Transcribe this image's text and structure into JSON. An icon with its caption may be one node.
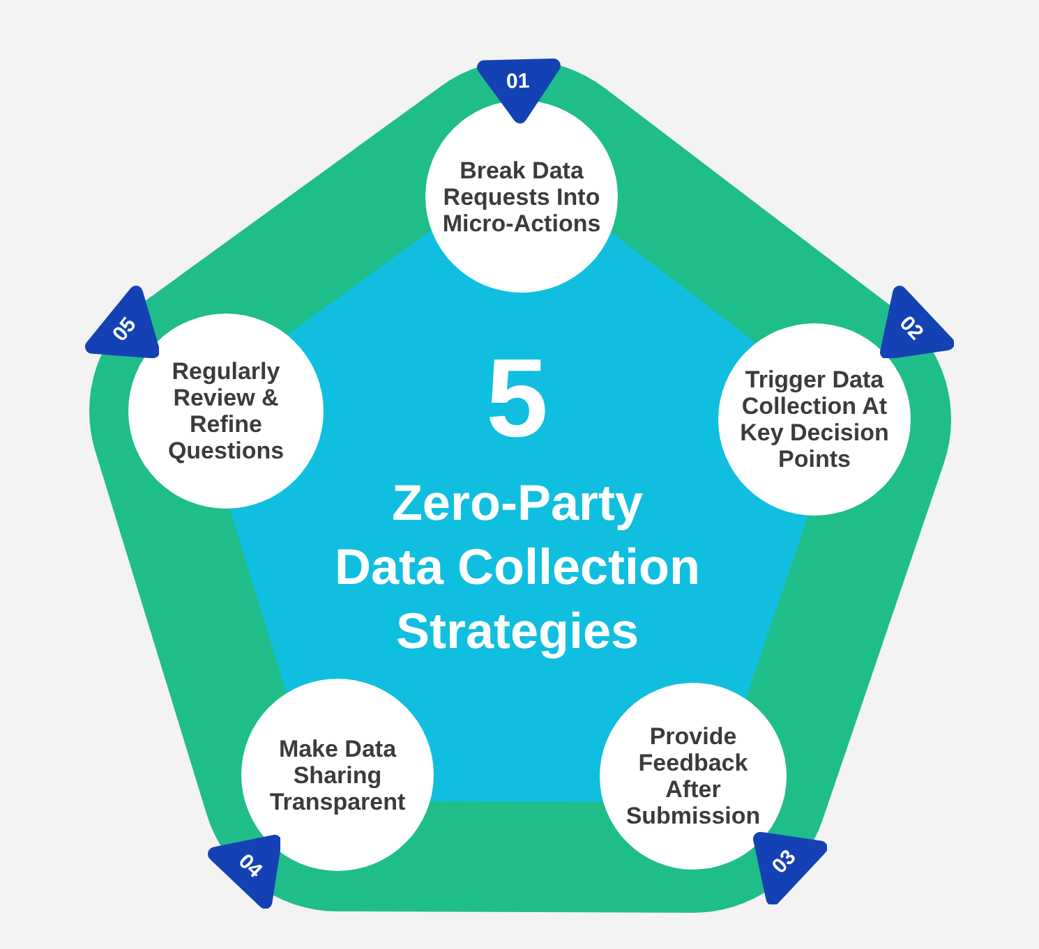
{
  "diagram": {
    "nodes": [
      {
        "text": [
          "5",
          "Zero-Party Data Collection Strategies"
        ]
      },
      {
        "text": [
          "01"
        ]
      },
      {
        "text": [
          "Break Data Requests Into Micro-Actions"
        ]
      },
      {
        "text": [
          "02"
        ]
      },
      {
        "text": [
          "Trigger Data Collection At Key Decision Points"
        ]
      },
      {
        "text": [
          "03"
        ]
      },
      {
        "text": [
          "Provide Feedback After Submission"
        ]
      },
      {
        "text": [
          "04"
        ]
      },
      {
        "text": [
          "Make Data Sharing Transparent"
        ]
      },
      {
        "text": [
          "05"
        ]
      },
      {
        "text": [
          "Regularly Review & Refine Questions"
        ]
      }
    ]
  }
}
